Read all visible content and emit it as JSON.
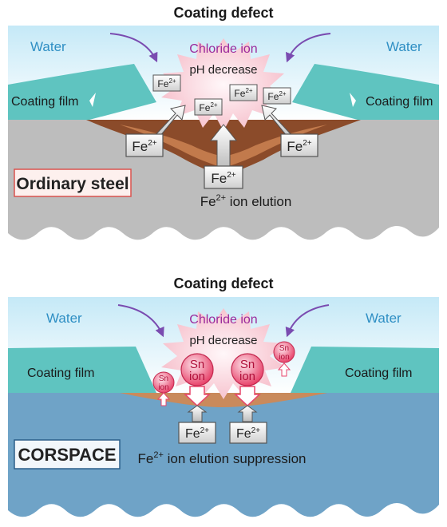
{
  "top_panel": {
    "title": "Coating defect",
    "water_left": "Water",
    "water_right": "Water",
    "chloride": "Chloride ion",
    "ph": "pH decrease",
    "film_left": "Coating film",
    "film_right": "Coating film",
    "ion_label": "Fe",
    "ion_charge": "2+",
    "elution_ion": "Fe",
    "elution_charge": "2+",
    "elution_text": " ion elution",
    "steel_label": "Ordinary steel"
  },
  "bottom_panel": {
    "title": "Coating defect",
    "water_left": "Water",
    "water_right": "Water",
    "chloride": "Chloride ion",
    "ph": "pH decrease",
    "film_left": "Coating film",
    "film_right": "Coating film",
    "sn_line1": "Sn",
    "sn_line2": "ion",
    "fe_label": "Fe",
    "fe_charge": "2+",
    "suppression_ion": "Fe",
    "suppression_charge": "2+",
    "suppression_text": " ion elution suppression",
    "steel_label": "CORSPACE"
  },
  "colors": {
    "water_top": "#dff3fb",
    "coating": "#5fc4c0",
    "ordinary_steel": "#bdbdbd",
    "corspace_steel": "#6fa3c7",
    "rust": "#8b4b2a",
    "chloride_text": "#9b2a9b",
    "sn_ion": "#e8456c"
  }
}
